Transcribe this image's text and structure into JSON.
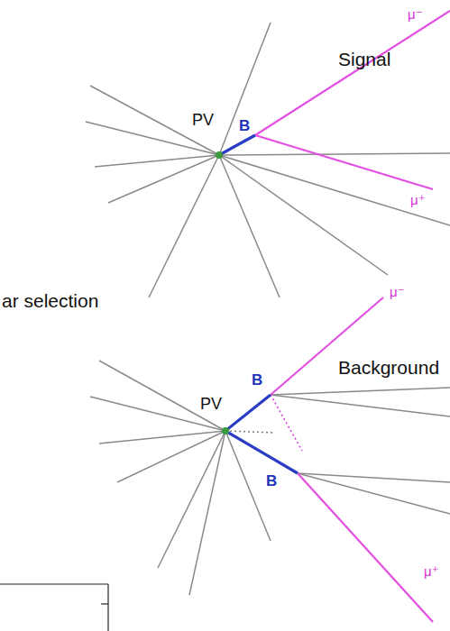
{
  "diagram": {
    "labels": [
      "PV",
      "Signal",
      "B",
      "μ⁻",
      "μ⁺",
      "ar selection",
      "Background",
      "PV",
      "B",
      "B",
      "μ⁻",
      "μ⁺"
    ]
  }
}
